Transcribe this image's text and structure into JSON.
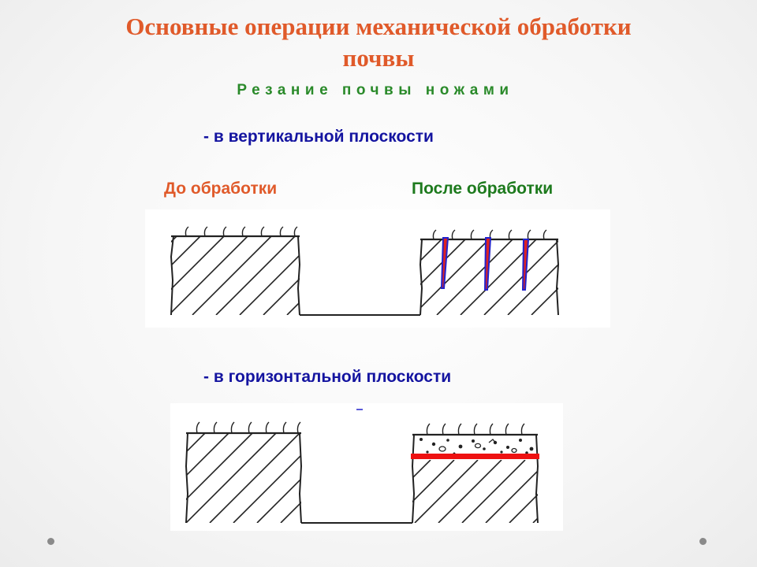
{
  "slide": {
    "title_line1": "Основные операции механической обработки",
    "title_line2": "почвы",
    "subtitle": "Резание почвы ножами",
    "section_vertical": "- в вертикальной  плоскости",
    "section_horizontal": "- в горизонтальной плоскости",
    "label_before": "До обработки",
    "label_after": "После обработки"
  },
  "colors": {
    "title": "#e05a2a",
    "subtitle": "#2a8a2a",
    "section": "#1414a0",
    "before": "#e05a2a",
    "after": "#1d7a1d",
    "knife_outline": "#2222cc",
    "knife_fill": "#dd2222",
    "cut_line": "#ee1111"
  },
  "icons": {
    "nav_left": "bullet-dot-icon",
    "nav_right": "bullet-dot-icon"
  }
}
